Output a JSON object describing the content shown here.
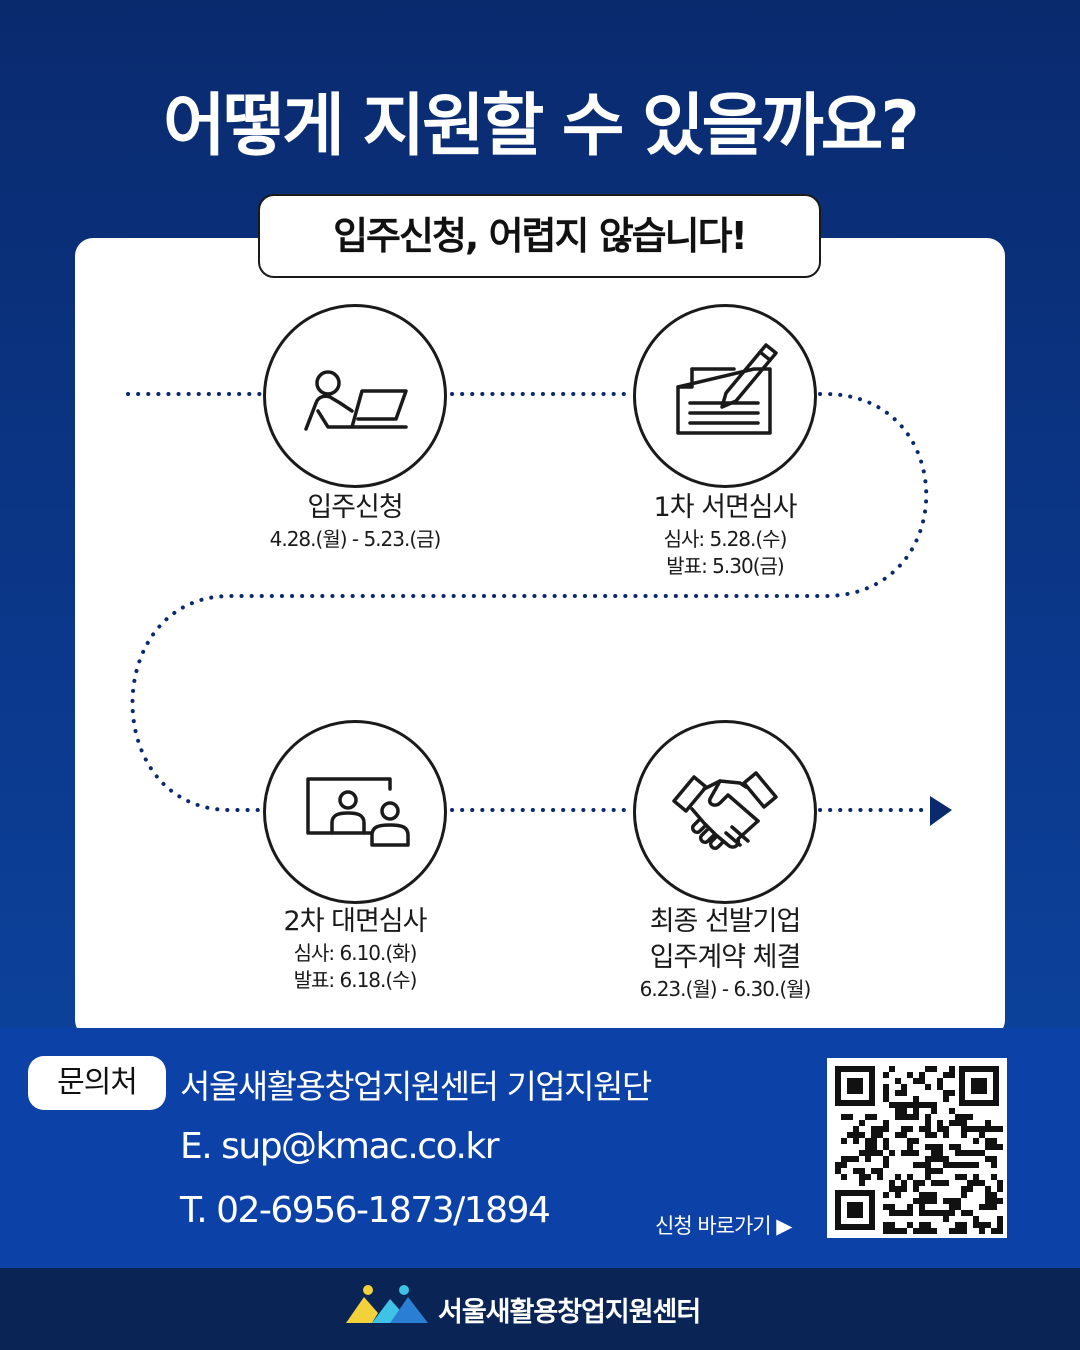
{
  "headline": "어떻게 지원할 수 있을까요?",
  "pill_text": "입주신청, 어렵지 않습니다!",
  "steps": [
    {
      "icon": "person-laptop-icon",
      "title": "입주신청",
      "lines": [
        "4.28.(월) - 5.23.(금)"
      ]
    },
    {
      "icon": "document-pen-icon",
      "title": "1차 서면심사",
      "lines": [
        "심사: 5.28.(수)",
        "발표: 5.30(금)"
      ]
    },
    {
      "icon": "video-interview-icon",
      "title": "2차 대면심사",
      "lines": [
        "심사: 6.10.(화)",
        "발표: 6.18.(수)"
      ]
    },
    {
      "icon": "handshake-icon",
      "title": "최종 선발기업",
      "title2": "입주계약 체결",
      "lines": [
        "6.23.(월) - 6.30.(월)"
      ]
    }
  ],
  "contact": {
    "tag": "문의처",
    "org": "서울새활용창업지원센터 기업지원단",
    "email": "E. sup@kmac.co.kr",
    "tel": "T. 02-6956-1873/1894",
    "apply_link": "신청 바로가기 ▶"
  },
  "footer": {
    "name": "서울새활용창업지원센터"
  },
  "colors": {
    "background_top": "#0a2a6e",
    "background_bottom": "#0d4aa8",
    "contact_band": "#0c41a8",
    "footer": "#0a2456",
    "path_dots": "#0b2a6e"
  }
}
